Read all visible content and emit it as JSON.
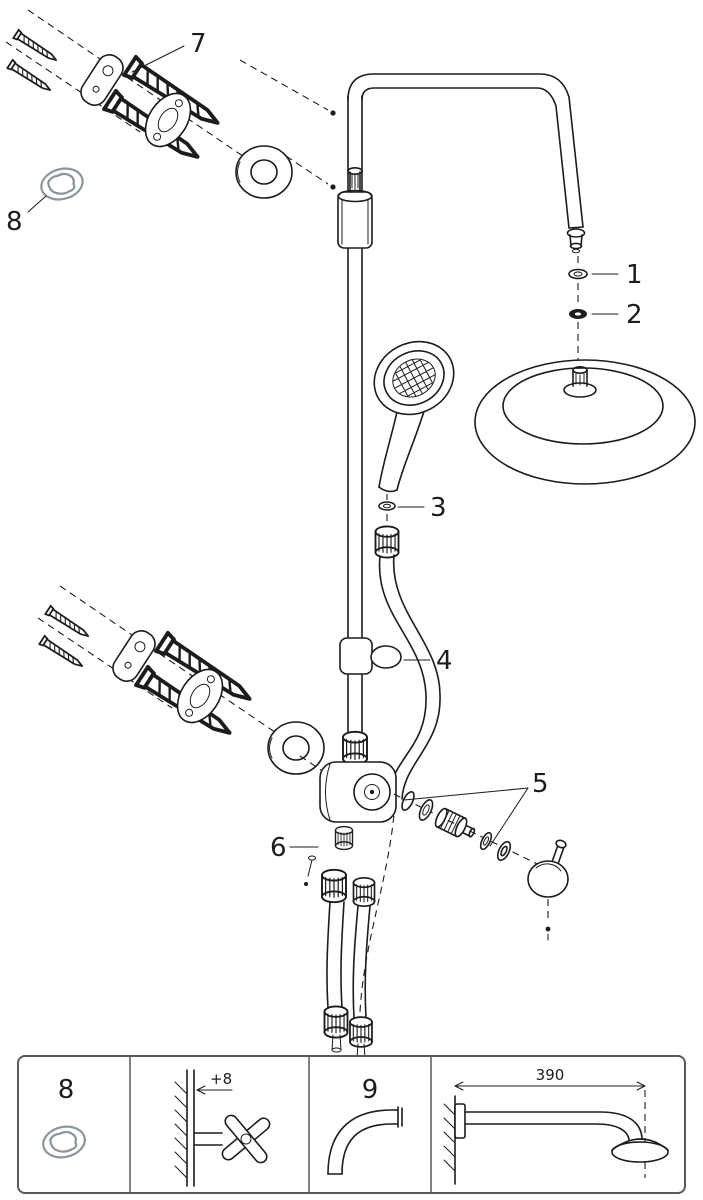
{
  "callouts": {
    "n1": "1",
    "n2": "2",
    "n3": "3",
    "n4": "4",
    "n5": "5",
    "n6": "6",
    "n7": "7",
    "n8": "8"
  },
  "footer_panels": {
    "panel1_label": "8",
    "panel2_dimension": "+8",
    "panel3_label": "9",
    "panel4_dimension": "390"
  },
  "colors": {
    "line": "#1c1c1c",
    "gray_part": "#8e959a",
    "panel_border": "#595959",
    "background": "#ffffff"
  }
}
